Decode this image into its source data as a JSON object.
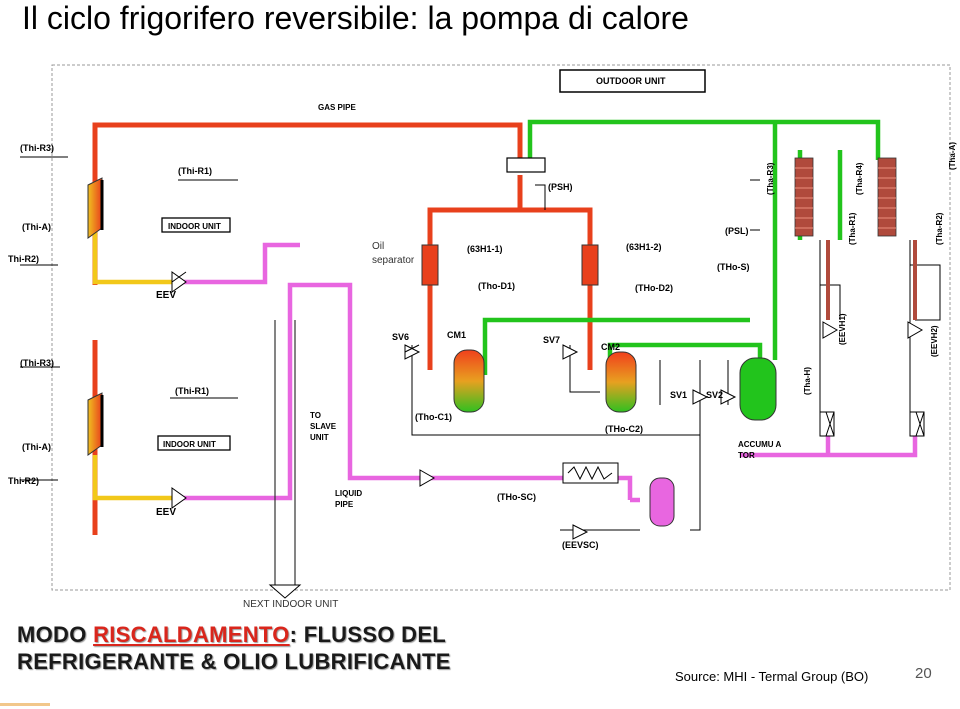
{
  "title": "Il ciclo frigorifero reversibile: la pompa di calore",
  "diagram": {
    "outdoor_unit": "OUTDOOR UNIT",
    "gas_pipe": "GAS PIPE",
    "liquid_pipe_1": "LIQUID",
    "liquid_pipe_2": "PIPE",
    "indoor_unit": "INDOOR UNIT",
    "oil_separator_1": "Oil",
    "oil_separator_2": "separator",
    "eev": "EEV",
    "thi_r3": "(Thi-R3)",
    "thi_r1": "(Thi-R1)",
    "thi_a": "(Thi-A)",
    "thi_r2": "Thi-R2)",
    "psh": "(PSH)",
    "psl": "(PSL)",
    "h63_1": "(63H1-1)",
    "h63_2": "(63H1-2)",
    "tho_d1": "(Tho-D1)",
    "tho_d2": "(THo-D2)",
    "tho_s": "(THo-S)",
    "tho_c1": "(Tho-C1)",
    "tho_c2": "(THo-C2)",
    "tho_sc": "(THo-SC)",
    "eevsc": "(EEVSC)",
    "sv6": "SV6",
    "sv7": "SV7",
    "sv1": "SV1",
    "sv2": "SV2",
    "cm1": "CM1",
    "cm2": "CM2",
    "accumulator_1": "ACCUMU A",
    "accumulator_2": "TOR",
    "to_slave_1": "TO",
    "to_slave_2": "SLAVE",
    "to_slave_3": "UNIT",
    "next_indoor": "NEXT INDOOR UNIT",
    "tha_r3": "(Tha-R3)",
    "tha_r4": "(Tha-R4)",
    "tha_r1": "(Tha-R1)",
    "tha_r2": "(Tha-R2)",
    "tha_a": "(Tha-A)",
    "tha_h": "(Tha-H)",
    "eevh1": "(EEVH1)",
    "eevh2": "(EEVH2)"
  },
  "caption": {
    "part1": "MODO ",
    "highlight": "RISCALDAMENTO",
    "part2": ": FLUSSO DEL",
    "line2": "REFRIGERANTE & OLIO LUBRIFICANTE"
  },
  "source": "Source: MHI - Termal Group (BO)",
  "page_number": "20",
  "colors": {
    "hot_gas": "#e8401c",
    "suction": "#22c41c",
    "liquid": "#e866e0",
    "subcooled": "#f2c81a",
    "coil": "#b04a3c",
    "caption_highlight": "#d9261c"
  }
}
